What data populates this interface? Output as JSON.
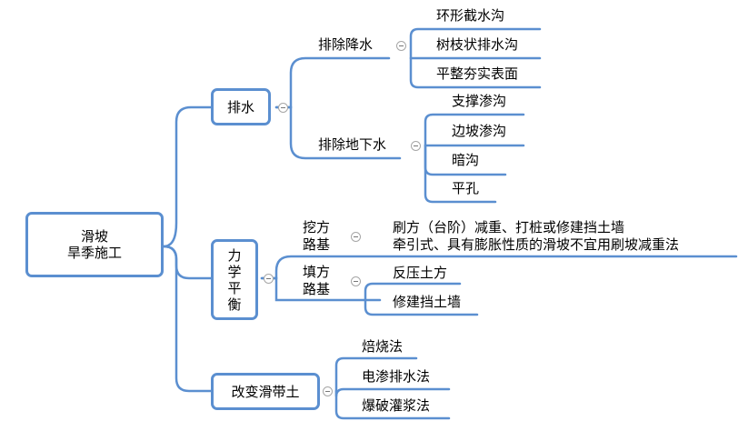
{
  "root": {
    "line1": "滑坡",
    "line2": "旱季施工"
  },
  "branches": {
    "drainage": "排水",
    "mechanics": {
      "c1": "力",
      "c2": "学",
      "c3": "平",
      "c4": "衡"
    },
    "soil": "改变滑带土"
  },
  "drainage": {
    "surface": {
      "label": "排除降水",
      "items": [
        "环形截水沟",
        "树枝状排水沟",
        "平整夯实表面"
      ]
    },
    "ground": {
      "label": "排除地下水",
      "items": [
        "支撑渗沟",
        "边坡渗沟",
        "暗沟",
        "平孔"
      ]
    }
  },
  "mechanics": {
    "cut": {
      "line1": "挖方",
      "line2": "路基",
      "detail1": "刷方（台阶）减重、打桩或修建挡土墙",
      "detail2": "牵引式、具有膨胀性质的滑坡不宜用刷坡减重法"
    },
    "fill": {
      "line1": "填方",
      "line2": "路基",
      "items": [
        "反压土方",
        "修建挡土墙"
      ]
    }
  },
  "soil": {
    "items": [
      "焙烧法",
      "电渗排水法",
      "爆破灌浆法"
    ]
  },
  "colors": {
    "line": "#5b8fd0",
    "toggle_border": "#a6a6a6"
  }
}
